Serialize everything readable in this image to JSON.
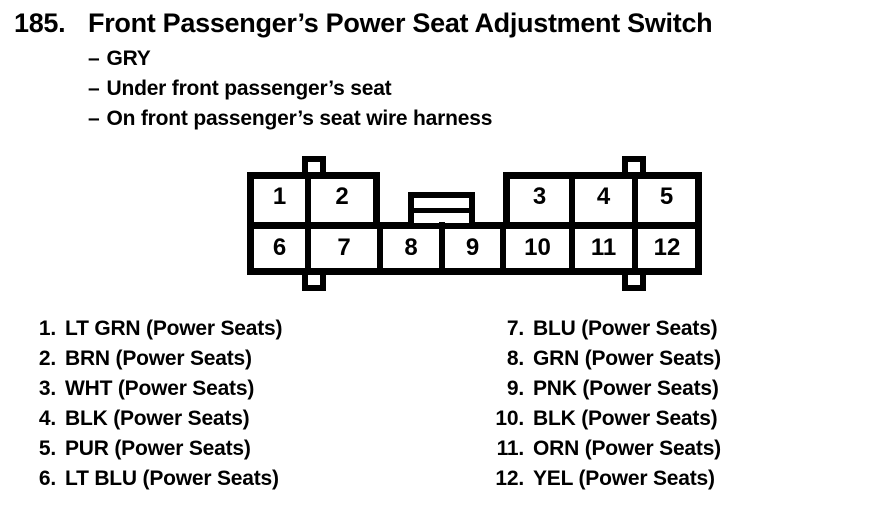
{
  "header": {
    "number": "185.",
    "title": "Front Passenger’s Power Seat Adjustment Switch",
    "bullets": [
      "GRY",
      "Under front passenger’s seat",
      "On front passenger’s seat wire harness"
    ]
  },
  "ui": {
    "dash": "–"
  },
  "connector": {
    "top_cells": [
      "1",
      "2",
      "3",
      "4",
      "5"
    ],
    "bottom_cells": [
      "6",
      "7",
      "8",
      "9",
      "10",
      "11",
      "12"
    ]
  },
  "legend": {
    "left": [
      {
        "num": "1.",
        "label": "LT GRN (Power Seats)"
      },
      {
        "num": "2.",
        "label": "BRN (Power Seats)"
      },
      {
        "num": "3.",
        "label": "WHT (Power Seats)"
      },
      {
        "num": "4.",
        "label": "BLK (Power Seats)"
      },
      {
        "num": "5.",
        "label": "PUR (Power Seats)"
      },
      {
        "num": "6.",
        "label": "LT BLU (Power Seats)"
      }
    ],
    "right": [
      {
        "num": "7.",
        "label": "BLU (Power Seats)"
      },
      {
        "num": "8.",
        "label": "GRN (Power Seats)"
      },
      {
        "num": "9.",
        "label": "PNK (Power Seats)"
      },
      {
        "num": "10.",
        "label": "BLK (Power Seats)"
      },
      {
        "num": "11.",
        "label": "ORN (Power Seats)"
      },
      {
        "num": "12.",
        "label": "YEL (Power Seats)"
      }
    ]
  },
  "colors": {
    "ink": "#000000",
    "paper": "#ffffff"
  }
}
